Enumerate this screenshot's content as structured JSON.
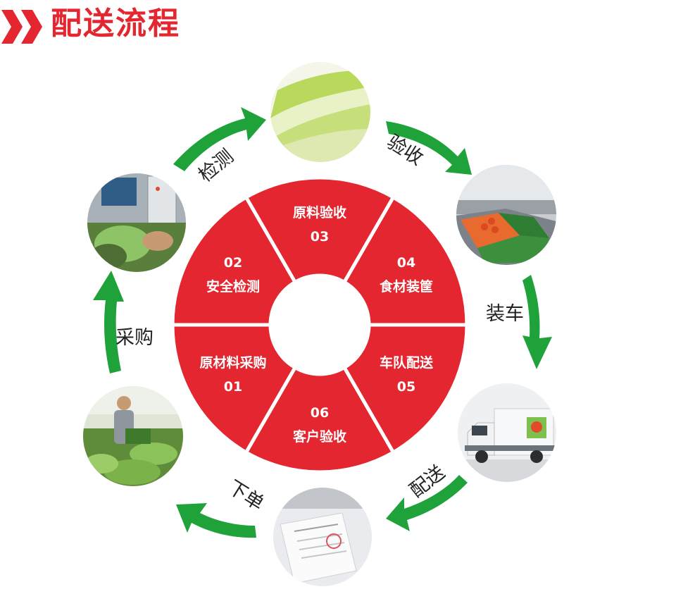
{
  "header": {
    "title": "配送流程"
  },
  "wheel": {
    "segments": [
      {
        "number": "03",
        "label": "原料验收"
      },
      {
        "number": "04",
        "label": "食材装筐"
      },
      {
        "number": "05",
        "label": "车队配送"
      },
      {
        "number": "06",
        "label": "客户验收"
      },
      {
        "number": "01",
        "label": "原材料采购"
      },
      {
        "number": "02",
        "label": "安全检测"
      }
    ]
  },
  "arrows": {
    "inspect": "检测",
    "accept": "验收",
    "load": "装车",
    "deliver": "配送",
    "order": "下单",
    "purchase": "采购"
  },
  "colors": {
    "red": "#e3262f",
    "green": "#1fa23a"
  }
}
